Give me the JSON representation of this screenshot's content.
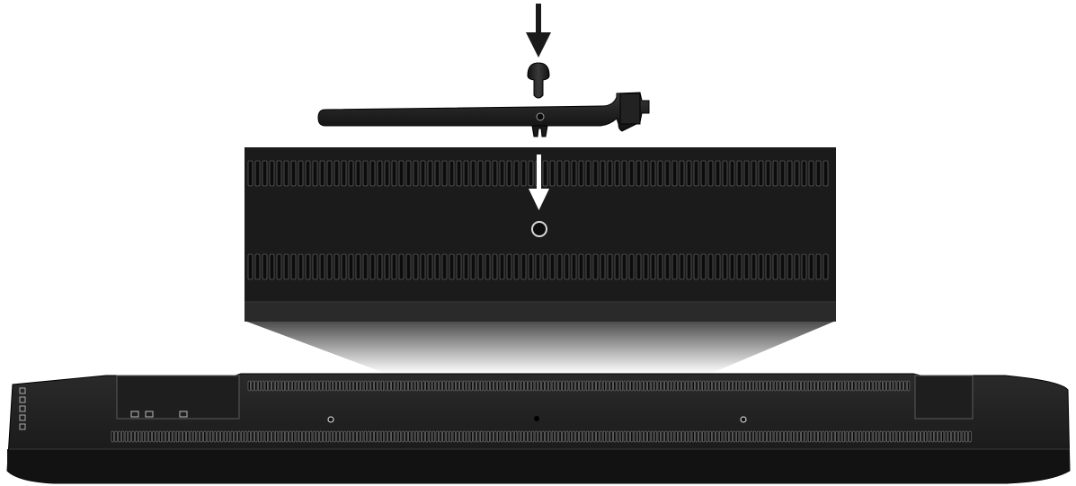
{
  "diagram": {
    "steps": [
      {
        "step": "insert-rivet",
        "direction": "down"
      },
      {
        "step": "attach-to-mount-hole",
        "direction": "down"
      }
    ],
    "colors": {
      "background": "#ffffff",
      "device_body": "#1b1b1b",
      "device_edge": "#2c2c2c",
      "arrow_dark": "#1a1a1a",
      "arrow_light": "#ffffff",
      "grille_slot": "#0c0c0c",
      "zoom_shadow_top": "#555555",
      "zoom_shadow_bottom": "#ffffff"
    },
    "icons": {
      "arrow_1": "down-arrow-icon",
      "arrow_2": "down-arrow-icon",
      "rivet": "push-rivet-icon",
      "bracket": "cable-clip-bracket-icon",
      "mount_hole": "screw-hole-icon"
    }
  }
}
